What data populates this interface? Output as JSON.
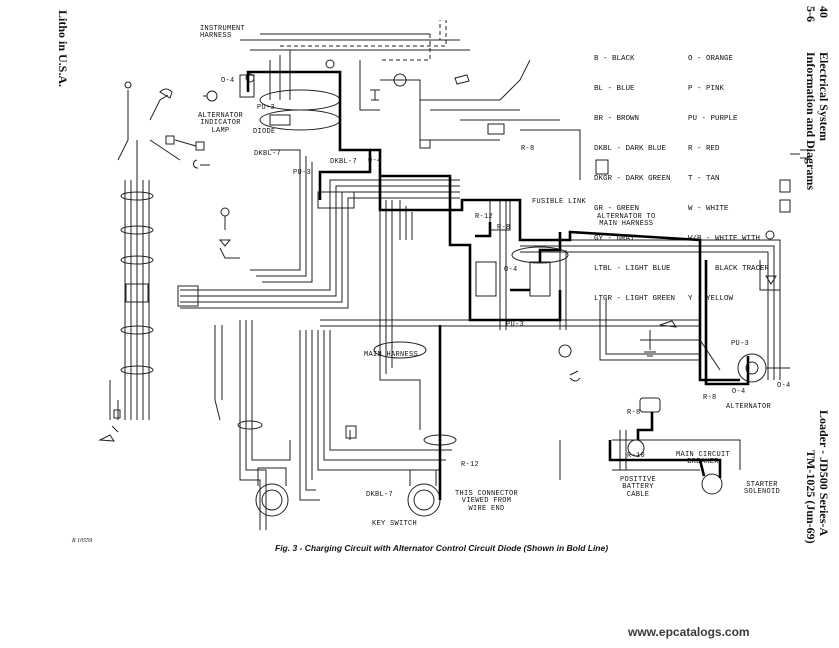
{
  "side_text": {
    "litho": "Litho in U.S.A.",
    "page_number": "40",
    "section_number": "5-6",
    "section_title": "Electrical System",
    "section_subtitle": "Information and Diagrams",
    "manual_title": "Loader - JD500 Series-A",
    "manual_code": "TM-1025 (Jun-69)"
  },
  "legend": {
    "left": [
      "B - BLACK",
      "BL - BLUE",
      "BR - BROWN",
      "DKBL - DARK BLUE",
      "DKGR - DARK GREEN",
      "GR - GREEN",
      "GY - GRAY",
      "LTBL - LIGHT BLUE",
      "LTGR - LIGHT GREEN"
    ],
    "right": [
      "O - ORANGE",
      "P - PINK",
      "PU - PURPLE",
      "R - RED",
      "T - TAN",
      "W - WHITE",
      "W/B - WHITE WITH",
      "      BLACK TRACER",
      "Y - YELLOW"
    ]
  },
  "labels": {
    "instrument_harness": "INSTRUMENT\nHARNESS",
    "o4_top": "O-4",
    "pu3_top": "PU-3",
    "alt_indicator_lamp": "ALTERNATOR\nINDICATOR\nLAMP",
    "diode": "DIODE",
    "dkbl7_top": "DKBL-7",
    "o4_mid": "O-4",
    "dkbl7_mid": "DKBL-7",
    "pu3_mid": "PU-3",
    "r8_top": "R-8",
    "fusible_link": "FUSIBLE LINK",
    "r12_mid": "R-12",
    "r8_mid": "R-8",
    "alt_to_main": "ALTERNATOR TO\nMAIN HARNESS",
    "o4_conn": "O-4",
    "pu3_conn": "PU-3",
    "main_harness": "MAIN HARNESS",
    "pu3_alt": "PU-3",
    "r8_alt": "R-8",
    "o4_alt_a": "O-4",
    "o4_alt_b": "O-4",
    "alternator": "ALTERNATOR",
    "r8_low": "R-8",
    "r10": "R-10",
    "main_circuit_breaker": "MAIN CIRCUIT\nBREAKER",
    "positive_battery_cable": "POSITIVE\nBATTERY\nCABLE",
    "starter_solenoid": "STARTER\nSOLENOID",
    "r12_low": "R-12",
    "dkbl7_low": "DKBL-7",
    "connector_note": "THIS CONNECTOR\nVIEWED FROM\nWIRE END",
    "key_switch": "KEY SWITCH"
  },
  "figure_number": "R 10559",
  "caption": "Fig. 3 - Charging Circuit with Alternator Control Circuit Diode (Shown in Bold Line)",
  "watermark": "www.epcatalogs.com"
}
